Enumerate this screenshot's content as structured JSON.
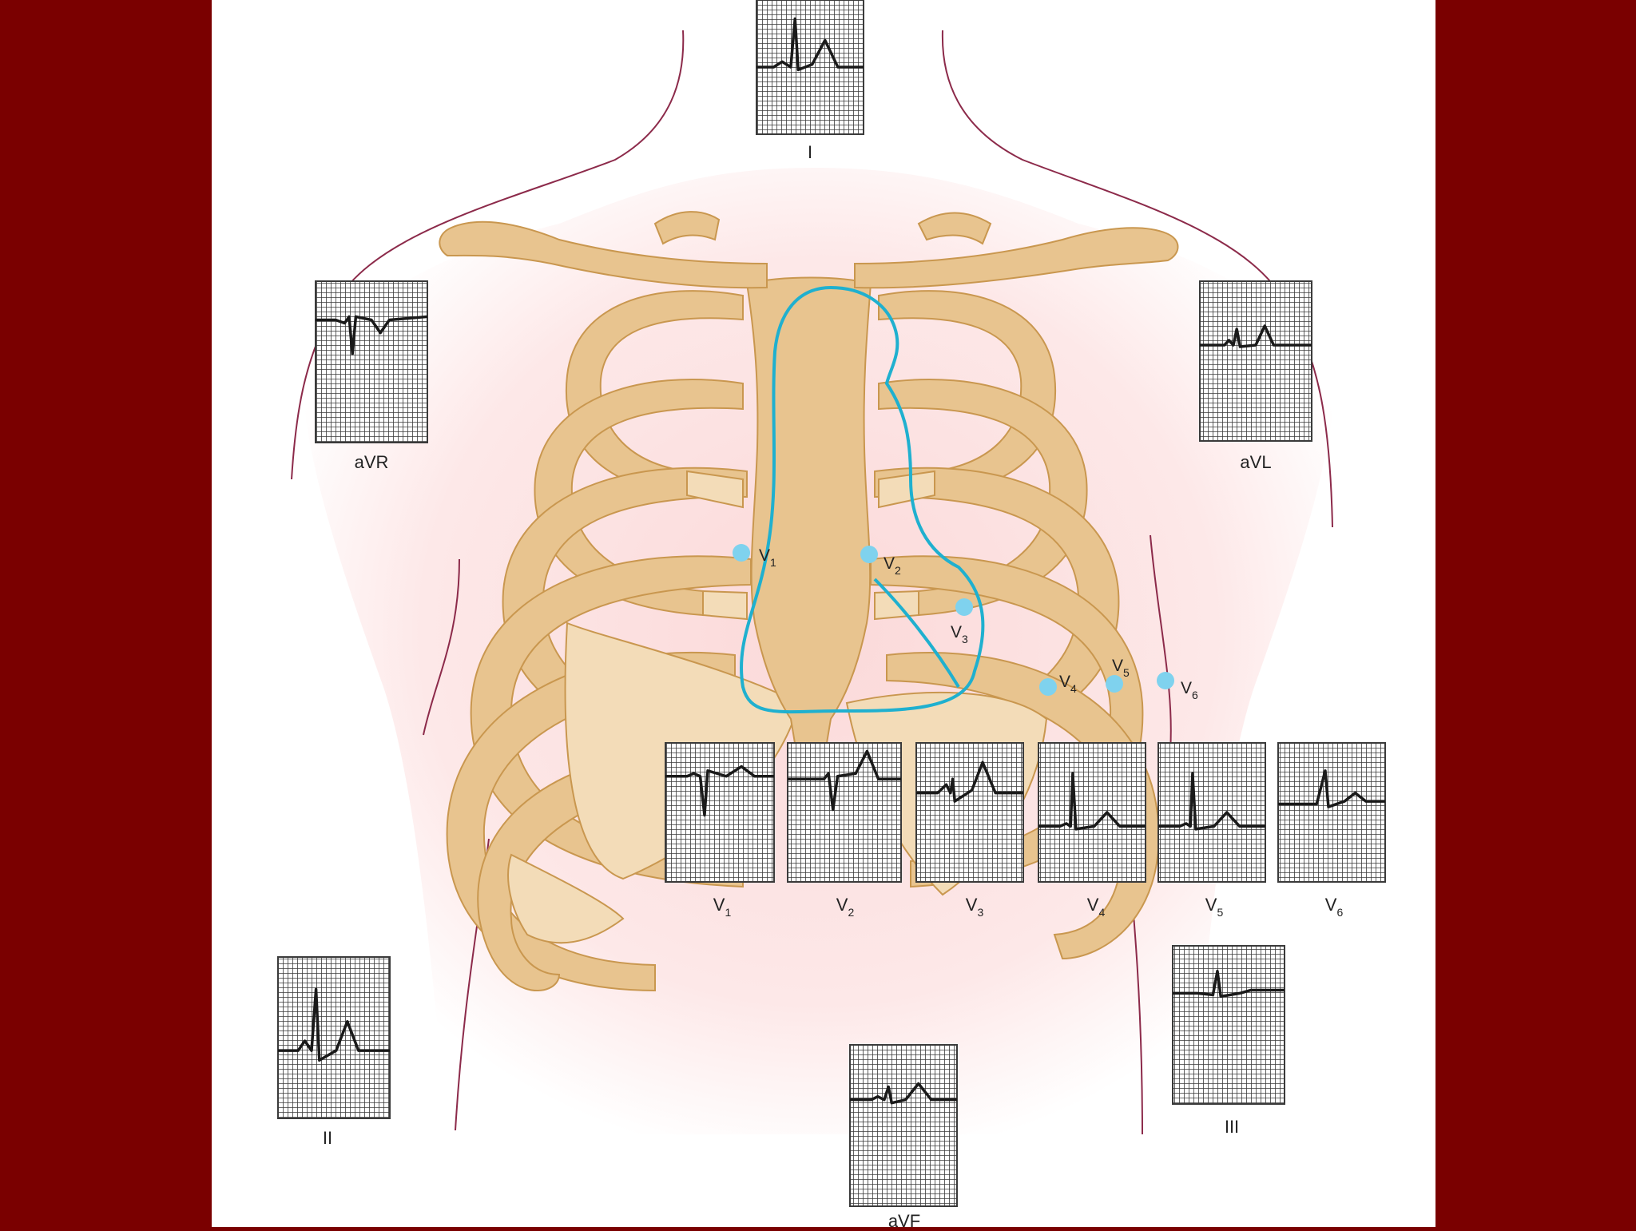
{
  "colors": {
    "frame": "#7a0000",
    "panel": "#ffffff",
    "skin_glow": "#fbd9d9",
    "bone": "#e8c48f",
    "bone_light": "#f3dcb8",
    "bone_outline": "#c9974f",
    "heart_outline": "#1fb0cf",
    "electrode": "#7fd2ee",
    "ecg_grid": "#3a3a3a",
    "body_outline": "#8c2a4a"
  },
  "limb_leads": [
    {
      "id": "I",
      "label": "I",
      "trace": "p-r"
    },
    {
      "id": "aVR",
      "label": "aVR",
      "trace": "inverted"
    },
    {
      "id": "aVL",
      "label": "aVL",
      "trace": "small"
    },
    {
      "id": "II",
      "label": "II",
      "trace": "tall"
    },
    {
      "id": "aVF",
      "label": "aVF",
      "trace": "flat"
    },
    {
      "id": "III",
      "label": "III",
      "trace": "small-up"
    }
  ],
  "chest_leads": [
    {
      "id": "V1",
      "letter": "V",
      "sub": "1",
      "trace": "rs"
    },
    {
      "id": "V2",
      "letter": "V",
      "sub": "2",
      "trace": "rs-t"
    },
    {
      "id": "V3",
      "letter": "V",
      "sub": "3",
      "trace": "equi"
    },
    {
      "id": "V4",
      "letter": "V",
      "sub": "4",
      "trace": "tall-r"
    },
    {
      "id": "V5",
      "letter": "V",
      "sub": "5",
      "trace": "tall-r"
    },
    {
      "id": "V6",
      "letter": "V",
      "sub": "6",
      "trace": "qr"
    }
  ],
  "electrodes": [
    {
      "id": "V1",
      "letter": "V",
      "sub": "1"
    },
    {
      "id": "V2",
      "letter": "V",
      "sub": "2"
    },
    {
      "id": "V3",
      "letter": "V",
      "sub": "3"
    },
    {
      "id": "V4",
      "letter": "V",
      "sub": "4"
    },
    {
      "id": "V5",
      "letter": "V",
      "sub": "5"
    },
    {
      "id": "V6",
      "letter": "V",
      "sub": "6"
    }
  ]
}
